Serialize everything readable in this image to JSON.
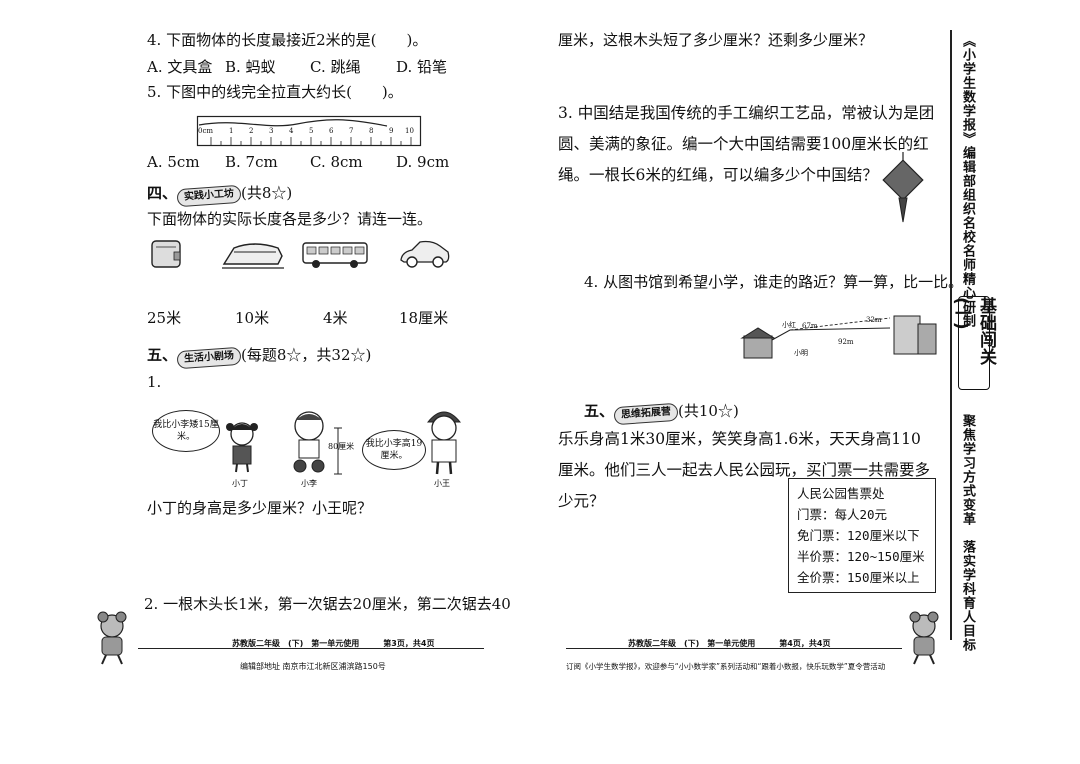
{
  "left": {
    "q4": {
      "stem": "4. 下面物体的长度最接近2米的是(　　)。",
      "options": [
        "A. 文具盒",
        "B. 蚂蚁",
        "C. 跳绳",
        "D. 铅笔"
      ]
    },
    "q5": {
      "stem": "5. 下图中的线完全拉直大约长(　　)。",
      "ruler_labels": [
        "0cm",
        "1",
        "2",
        "3",
        "4",
        "5",
        "6",
        "7",
        "8",
        "9",
        "10"
      ],
      "options": [
        "A. 5cm",
        "B. 7cm",
        "C. 8cm",
        "D. 9cm"
      ]
    },
    "section4": {
      "num": "四、",
      "badge": "实践小工坊",
      "score": "(共8☆)",
      "prompt": "下面物体的实际长度各是多少？请连一连。",
      "lengths": [
        "25米",
        "10米",
        "4米",
        "18厘米"
      ]
    },
    "section5": {
      "num": "五、",
      "badge": "生活小剧场",
      "score": "(每题8☆，共32☆)",
      "q1_num": "1.",
      "bubble_left": "我比小李矮15厘米。",
      "bubble_right": "我比小李高19厘米。",
      "height_label": "80厘米",
      "names": [
        "小丁",
        "小李",
        "小王"
      ],
      "q1_question": "小丁的身高是多少厘米？小王呢？",
      "q2_start": "2. 一根木头长1米，第一次锯去20厘米，第二次锯去40"
    },
    "footer": {
      "line1": "苏教版二年级　(下)　第一单元使用　　　第3页，共4页",
      "line2": "编辑部地址  南京市江北新区浦滨路150号"
    }
  },
  "right": {
    "q2_cont": "厘米，这根木头短了多少厘米？还剩多少厘米？",
    "q3": "3. 中国结是我国传统的手工编织工艺品，常被认为是团圆、美满的象征。编一个大中国结需要100厘米长的红绳。一根长6米的红绳，可以编多少个中国结？",
    "q4": {
      "stem": "4. 从图书馆到希望小学，谁走的路近？算一算，比一比。",
      "map_labels": [
        "小红",
        "67m",
        "32m",
        "92m",
        "小明"
      ]
    },
    "section5": {
      "num": "五、",
      "badge": "思维拓展营",
      "score": "(共10☆)",
      "text": "乐乐身高1米30厘米，笑笑身高1.6米，天天身高110厘米。他们三人一起去人民公园玩，买门票一共需要多少元？",
      "ticket": [
        "人民公园售票处",
        "门票：每人20元",
        "免门票：120厘米以下",
        "半价票：120~150厘米",
        "全价票：150厘米以上"
      ]
    },
    "footer": {
      "line1": "苏教版二年级　(下)　第一单元使用　　　第4页，共4页",
      "line2": "订阅《小学生数学报》，欢迎参与“小小数学家”系列活动和“跟着小数报，快乐玩数学”夏令营活动"
    }
  },
  "side": {
    "top": "《小学生数学报》编辑部组织名校名师精心研制",
    "box": "基础闯关(一)",
    "bottom": "聚焦学习方式变革　落实学科育人目标"
  }
}
